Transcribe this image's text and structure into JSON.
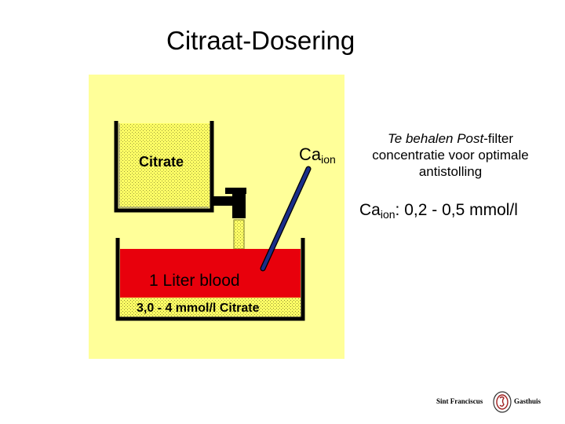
{
  "title": "Citraat-Dosering",
  "diagram": {
    "citrate_label": "Citrate",
    "ca_label": "Ca",
    "ca_sub": "ion",
    "blood_label": "1 Liter blood",
    "blood_concentration": "3,0 - 4 mmol/l Citrate",
    "colors": {
      "panel": "#ffff99",
      "citrate_fill": "#ffff66",
      "blood_fill": "#e8000c",
      "probe_line": "#1a2e8a"
    }
  },
  "target": {
    "line1_italic_a": "Te behalen",
    "line1_italic_b": "Post",
    "line1_rest": "-filter",
    "line2": "concentratie voor optimale",
    "line3": "antistolling"
  },
  "ca_range": {
    "prefix": "Ca",
    "sub": "ion",
    "value": ": 0,2 - 0,5 mmol/l"
  },
  "logo": {
    "left_text": "Sint Franciscus",
    "right_text": "Gasthuis"
  }
}
